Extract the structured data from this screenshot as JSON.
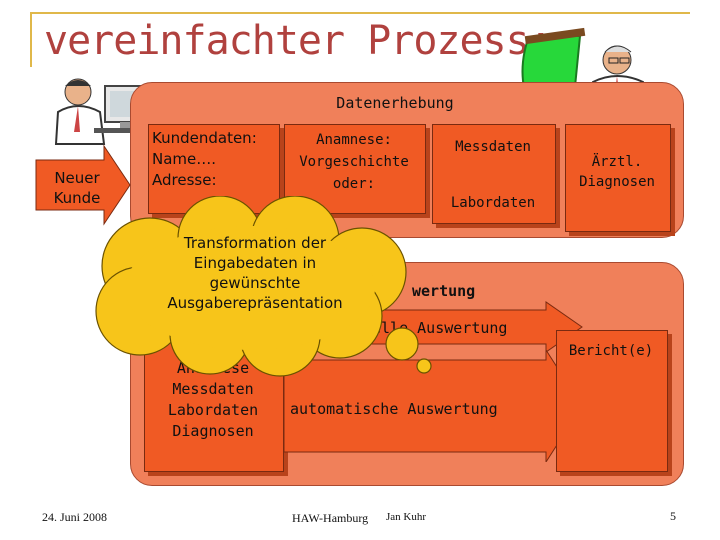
{
  "slide": {
    "title": "vereinfachter Prozess:",
    "datenerhebung": "Datenerhebung",
    "neuer_kunde": "Neuer\nKunde",
    "kundendaten": "Kundendaten:\n  Name….\n  Adresse:",
    "anamnese": "Anamnese:\nVorgeschichte\n    oder:",
    "messdaten": "Messdaten",
    "labordaten": "Labordaten",
    "aerztl_diagnosen": "Ärztl.\nDiagnosen",
    "cloud_text": "Transformation der\nEingabedaten in\ngewünschte\nAusgaberepräsentation",
    "auswertung": "wertung",
    "manuelle": "elle Auswertung",
    "bericht": "Bericht(e)",
    "left_list": "Anamnese\nMessdaten\nLabordaten\nDiagnosen",
    "automatische": "automatische Auswertung"
  },
  "footer": {
    "date": "24. Juni 2008",
    "org": "HAW-Hamburg",
    "author": "Jan Kuhr",
    "page": "5"
  },
  "colors": {
    "title": "#b0413e",
    "panel": "#f0805a",
    "box": "#f05a24",
    "cloud": "#f7c51a"
  }
}
